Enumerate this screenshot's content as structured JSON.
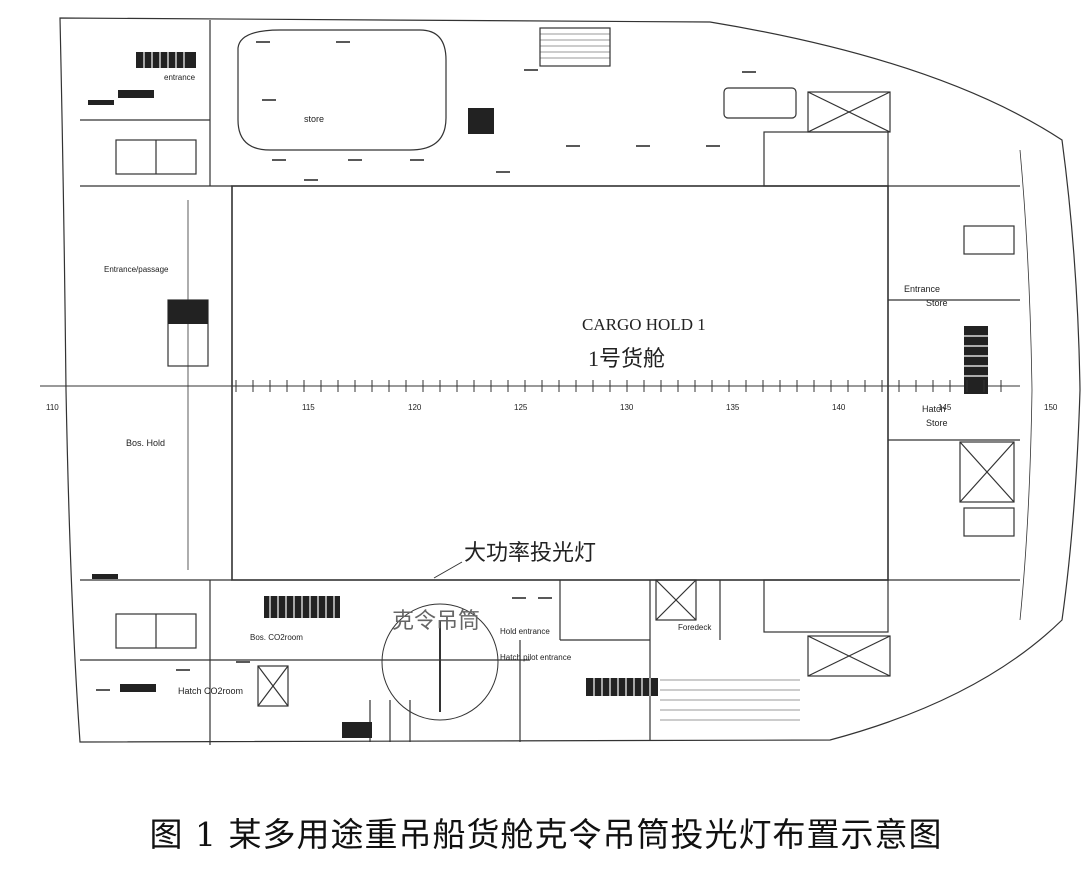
{
  "caption": "图 1  某多用途重吊船货舱克令吊筒投光灯布置示意图",
  "hold": {
    "name_en": "CARGO HOLD 1",
    "name_cn": "1号货舱"
  },
  "callouts": {
    "floodlight": "大功率投光灯",
    "crane_pedestal": "克令吊筒"
  },
  "rooms": {
    "store_top": "store",
    "entrance_right": "Entrance",
    "store_right": "Store",
    "hatch_store": "Hatch",
    "hatch_store_2": "Store",
    "hatch_cl_bottom": "Hatch CO2room",
    "bos_hold": "Bos. Hold",
    "entrance_top": "entrance",
    "entrance_mid": "Entrance/passage",
    "co2_room": "Bos. CO2room",
    "hold_entrance": "Hold entrance",
    "pilot_entrance": "Hatch pilot entrance",
    "foredeck": "Foredeck"
  },
  "frames": [
    "110",
    "115",
    "120",
    "125",
    "130",
    "135",
    "140",
    "145",
    "150"
  ]
}
